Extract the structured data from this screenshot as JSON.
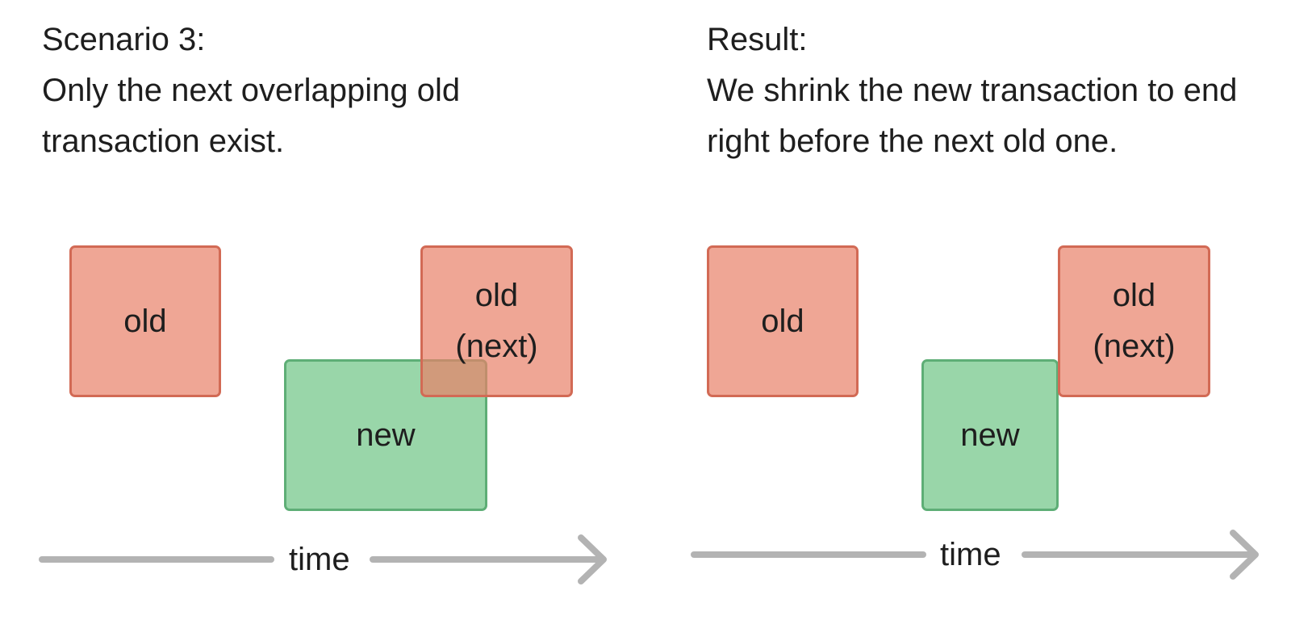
{
  "left_panel": {
    "heading": {
      "line1": "Scenario 3:",
      "line2": "Only the next overlapping old",
      "line3": "transaction exist."
    },
    "boxes": {
      "old": "old",
      "old_next_line1": "old",
      "old_next_line2": "(next)",
      "new": "new"
    },
    "axis_label": "time"
  },
  "right_panel": {
    "heading": {
      "line1": "Result:",
      "line2": "We shrink the new transaction to end",
      "line3": "right before the next old one."
    },
    "boxes": {
      "old": "old",
      "old_next_line1": "old",
      "old_next_line2": "(next)",
      "new": "new"
    },
    "axis_label": "time"
  },
  "colors": {
    "old_fill": "#eea795",
    "old_border": "#d26a55",
    "new_fill": "#9ad5ac",
    "new_border": "#5eae76",
    "arrow": "#b3b3b3",
    "text": "#1e1e1e"
  }
}
